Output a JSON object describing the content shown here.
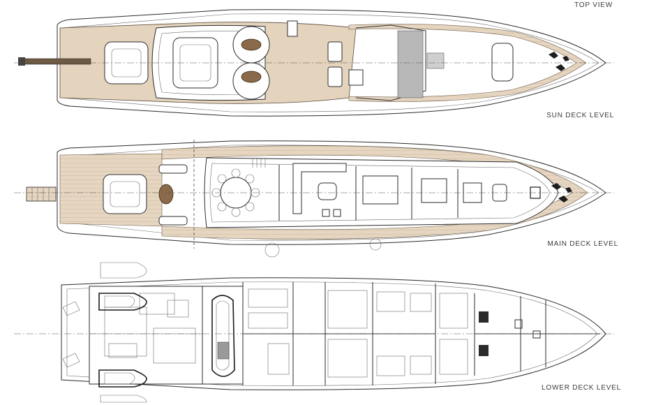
{
  "labels": {
    "top_view": "TOP VIEW",
    "sun_deck": "SUN DECK LEVEL",
    "main_deck": "MAIN DECK LEVEL",
    "lower_deck": "LOWER DECK LEVEL"
  },
  "colors": {
    "teak": "#e4d3bd",
    "line": "#2b2b2b",
    "background": "#ffffff"
  }
}
